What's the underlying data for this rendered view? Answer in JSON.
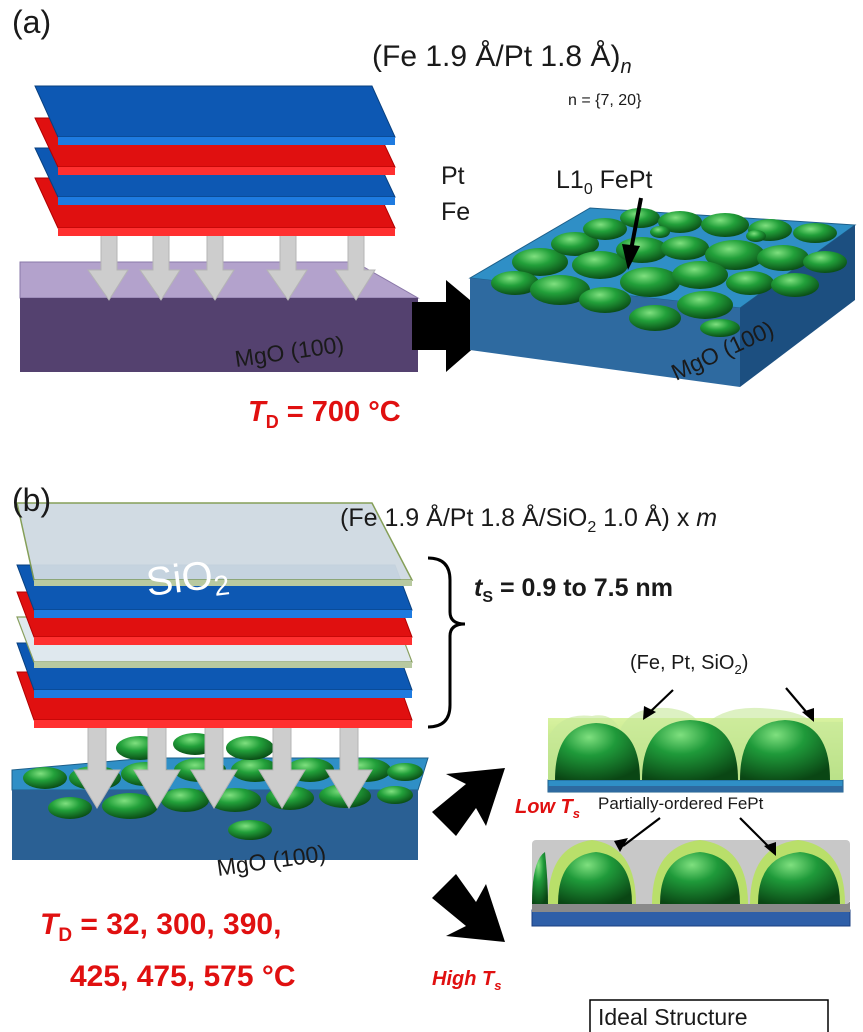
{
  "panel_a": {
    "label": "(a)",
    "formula_main": "(Fe 1.9 Å/Pt 1.8 Å)",
    "formula_sub": "n",
    "n_values": "n = {7, 20}",
    "pt_label": "Pt",
    "fe_label": "Fe",
    "l10_main": "L1",
    "l10_sub": "0",
    "l10_rest": " FePt",
    "substrate_left": "MgO (100)",
    "substrate_right": "MgO (100)",
    "td_symbol": "T",
    "td_sub": "D",
    "td_value": " = 700 °C"
  },
  "panel_b": {
    "label": "(b)",
    "formula_main": "(Fe 1.9 Å/Pt 1.8 Å/SiO",
    "formula_sub": "2",
    "formula_rest": " 1.0 Å) x ",
    "formula_m": "m",
    "sio2_layer_label": "SiO",
    "sio2_layer_sub": "2",
    "ts_symbol": "t",
    "ts_sub": "S",
    "ts_value": " = 0.9 to 7.5 nm",
    "substrate": "MgO (100)",
    "td_symbol": "T",
    "td_sub": "D",
    "td_line1": " = 32, 300, 390,",
    "td_line2": "425, 475, 575 °C",
    "low_ts_word": "Low ",
    "low_ts_symbol": "T",
    "low_ts_sub": "s",
    "high_ts_word": "High ",
    "high_ts_symbol": "T",
    "high_ts_sub": "s",
    "low_callout_main": "(Fe, Pt, SiO",
    "low_callout_sub": "2",
    "low_callout_end": ")",
    "high_callout": "Partially-ordered FePt",
    "ideal_label": "Ideal Structure"
  },
  "colors": {
    "fe_layer": "#1060c0",
    "pt_layer": "#ff1a1a",
    "sio2_layer": "#c9d6df",
    "substrate_mgo_violet": "#b3a2cc",
    "substrate_mgo_blue": "#2f8fc6",
    "grain_green": "#1f9a3a",
    "arrow_gray": "#cfcfcf",
    "emphasis_red": "#e01010"
  }
}
